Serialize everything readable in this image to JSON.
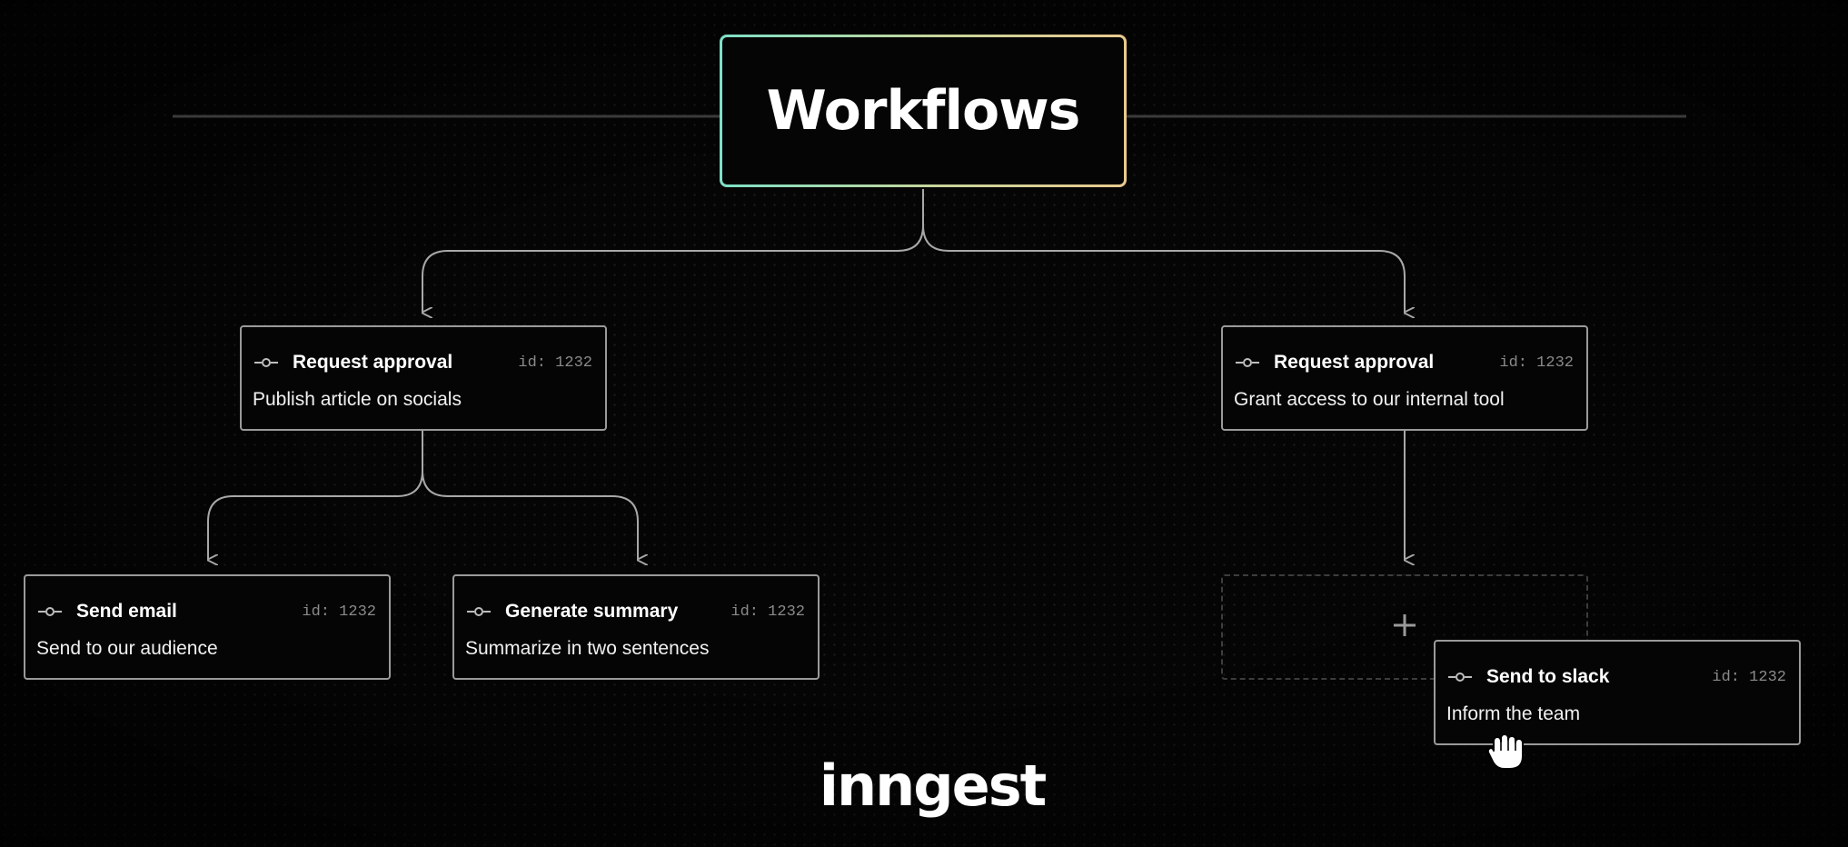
{
  "title": "Workflows",
  "logo": "inngest",
  "nodes": [
    {
      "title": "Request approval",
      "id": "id: 1232",
      "desc": "Publish article on socials",
      "icon": "step-icon"
    },
    {
      "title": "Request approval",
      "id": "id: 1232",
      "desc": "Grant access to our internal tool",
      "icon": "step-icon"
    },
    {
      "title": "Send email",
      "id": "id: 1232",
      "desc": "Send to our audience",
      "icon": "step-icon"
    },
    {
      "title": "Generate summary",
      "id": "id: 1232",
      "desc": "Summarize in two sentences",
      "icon": "step-icon"
    },
    {
      "title": "Send to slack",
      "id": "id: 1232",
      "desc": "Inform the team",
      "icon": "step-icon"
    }
  ],
  "placeholder": {
    "icon": "plus-icon"
  },
  "cursor": {
    "icon": "grab-hand-cursor-icon"
  },
  "colors": {
    "background": "#050505",
    "node_border": "#9a9a9a",
    "edge": "#a8a8a8",
    "title_gradient_start": "#7ee0c6",
    "title_gradient_end": "#e9c98f"
  }
}
